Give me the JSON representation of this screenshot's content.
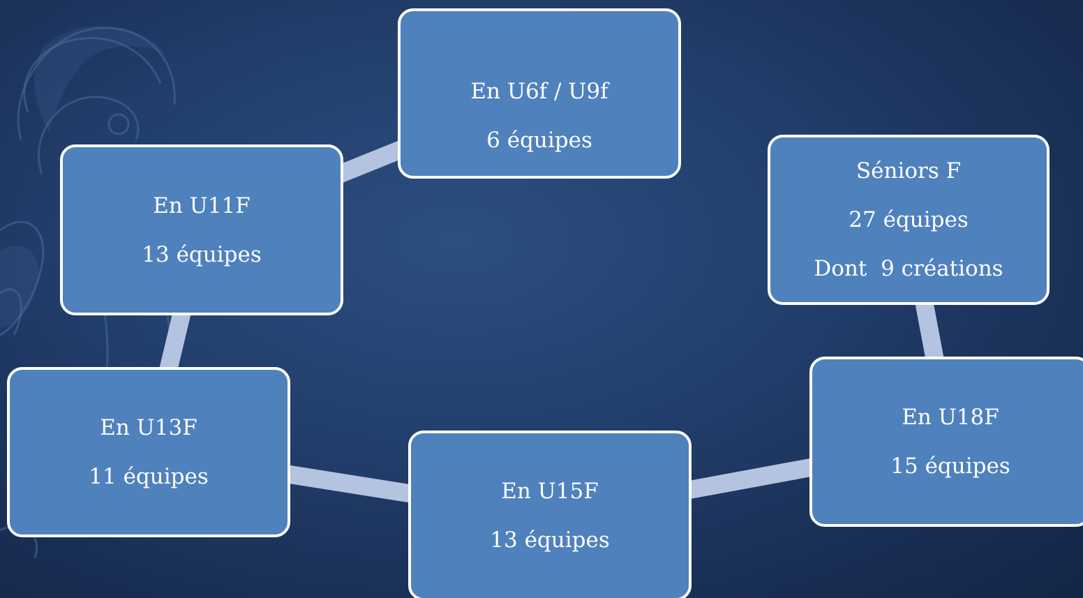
{
  "colors": {
    "node_fill": "#4f81bd",
    "node_border": "#ffffff",
    "connector": "#b4c4e0",
    "background": "#1e3766",
    "text": "#ffffff"
  },
  "diagram": {
    "nodes": [
      {
        "id": "u6f",
        "lines": [
          "En U6f / U9f",
          "6 équipes"
        ]
      },
      {
        "id": "u11f",
        "lines": [
          "En U11F",
          "13 équipes"
        ]
      },
      {
        "id": "senior",
        "lines": [
          "Séniors F",
          "27 équipes",
          "Dont  9 créations"
        ]
      },
      {
        "id": "u13f",
        "lines": [
          "En U13F",
          "11 équipes"
        ]
      },
      {
        "id": "u15f",
        "lines": [
          "En U15F",
          "13 équipes"
        ]
      },
      {
        "id": "u18f",
        "lines": [
          "En U18F",
          "15 équipes"
        ]
      }
    ],
    "connections": [
      [
        "u11f",
        "u6f"
      ],
      [
        "u13f",
        "u11f"
      ],
      [
        "u13f",
        "u15f"
      ],
      [
        "u15f",
        "u18f"
      ],
      [
        "u18f",
        "senior"
      ]
    ]
  }
}
